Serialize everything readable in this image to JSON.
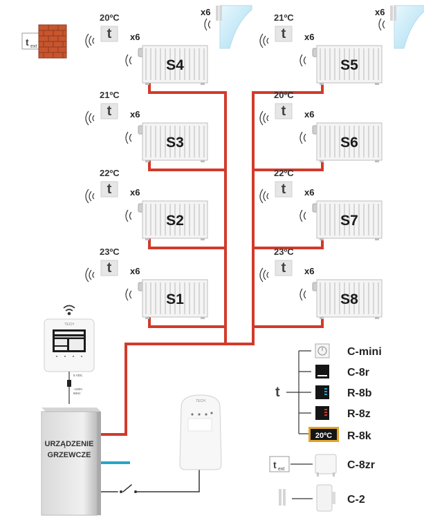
{
  "zones": [
    {
      "id": "S4",
      "label": "S4",
      "temp": "20ºC",
      "valves": "x6",
      "window_sensor": "x6"
    },
    {
      "id": "S3",
      "label": "S3",
      "temp": "21ºC",
      "valves": "x6"
    },
    {
      "id": "S2",
      "label": "S2",
      "temp": "22ºC",
      "valves": "x6"
    },
    {
      "id": "S1",
      "label": "S1",
      "temp": "23ºC",
      "valves": "x6"
    },
    {
      "id": "S5",
      "label": "S5",
      "temp": "21ºC",
      "valves": "x6",
      "window_sensor": "x6"
    },
    {
      "id": "S6",
      "label": "S6",
      "temp": "20ºC",
      "valves": "x6"
    },
    {
      "id": "S7",
      "label": "S7",
      "temp": "22ºC",
      "valves": "x6"
    },
    {
      "id": "S8",
      "label": "S8",
      "temp": "23ºC",
      "valves": "x6"
    }
  ],
  "sensor_symbol": "t",
  "text_label": {
    "main": "t",
    "sub": "ext"
  },
  "boiler": {
    "line1": "URZĄDZENIE",
    "line2": "GRZEWCZE"
  },
  "controller": {
    "power_label1": "5 VDC",
    "power_label2": "~230V",
    "power_label3": "50Hz",
    "brand": "TECH"
  },
  "module": {
    "brand": "TECH"
  },
  "legend": {
    "t_symbol": "t",
    "items": [
      "C-mini",
      "C-8r",
      "R-8b",
      "R-8z",
      "R-8k"
    ],
    "r8k_display": "20ºC",
    "text_item": "C-8zr",
    "window_item": "C-2",
    "text_symbol": {
      "main": "t",
      "sub": "ext"
    }
  },
  "colors": {
    "pipe_hot": "#d23a2a",
    "pipe_cold": "#2aa4c8",
    "radiator": "#f4f4f4",
    "brick": "#c8552e"
  }
}
